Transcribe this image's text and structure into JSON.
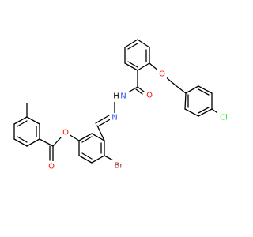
{
  "colors": {
    "background": "#ffffff",
    "bond": "#000000",
    "O": "#ff0d0d",
    "N": "#3050f8",
    "Cl": "#1ff01f",
    "Br": "#a62929",
    "H": "#000000"
  },
  "atoms": {
    "o_ether": {
      "text": "O",
      "element": "O"
    },
    "o_amide": {
      "text": "O",
      "element": "O"
    },
    "n_amide": {
      "text": "N",
      "element": "N"
    },
    "h_amide": {
      "text": "H",
      "element": "H"
    },
    "n_imine": {
      "text": "N",
      "element": "N"
    },
    "o_ester": {
      "text": "O",
      "element": "O"
    },
    "o_carbonyl": {
      "text": "O",
      "element": "O"
    },
    "cl": {
      "text": "Cl",
      "element": "Cl"
    },
    "br": {
      "text": "Br",
      "element": "Br"
    }
  }
}
